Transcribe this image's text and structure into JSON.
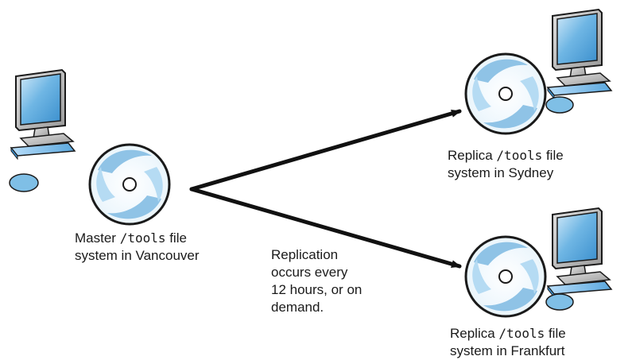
{
  "nodes": {
    "master": {
      "prefix": "Master ",
      "path": "/tools",
      "suffix": " file",
      "line2": "system in Vancouver"
    },
    "sydney": {
      "prefix": "Replica ",
      "path": "/tools",
      "suffix": " file",
      "line2": "system in Sydney"
    },
    "frankfurt": {
      "prefix": "Replica ",
      "path": "/tools",
      "suffix": " file",
      "line2": "system in Frankfurt"
    }
  },
  "replication_note": {
    "lines": [
      "Replication",
      "occurs every",
      "12 hours, or on",
      "demand."
    ]
  },
  "colors": {
    "arrow": "#111111",
    "disc_light": "#d8ecf8",
    "disc_blue": "#8fc3e6",
    "monitor_screen": "#5aa7dd",
    "monitor_body": "#c8c8c8",
    "keyboard": "#7fbfe6"
  },
  "icons": [
    "computer-icon",
    "disc-icon",
    "arrow-icon"
  ]
}
